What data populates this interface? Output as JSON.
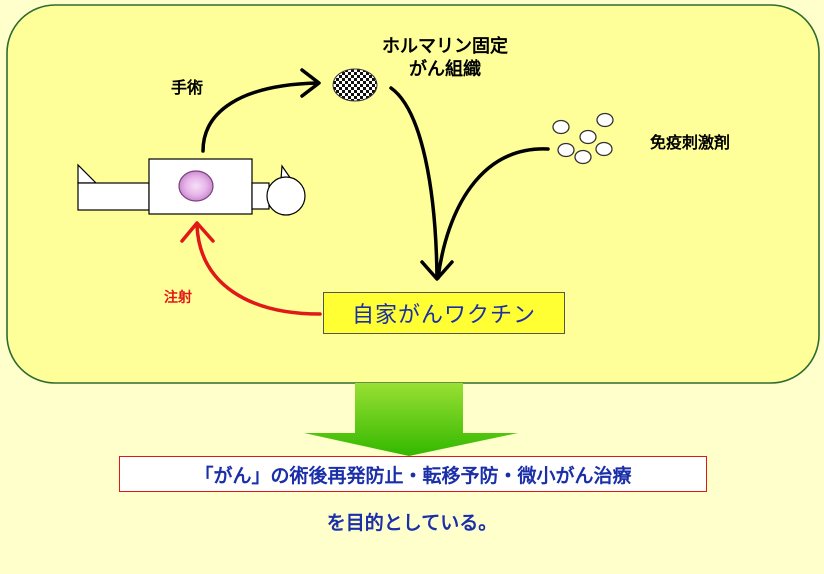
{
  "diagram": {
    "labels": {
      "surgery": "手術",
      "tissue_line1": "ホルマリン固定",
      "tissue_line2": "がん組織",
      "immunostimulant": "免疫刺激剤",
      "injection": "注射"
    },
    "vaccine_box": "自家がんワクチン",
    "result": {
      "line1": "「がん」の術後再発防止・転移予防・微小がん治療",
      "line2": "を目的としている。"
    }
  },
  "colors": {
    "background": "#ffffcc",
    "panel_border": "#2e6b2e",
    "injection_arrow": "#e01818",
    "injection_label": "#e01818",
    "vaccine_box_fill": "#ffff33",
    "result_text": "#1a2fa8",
    "result_box_border": "#e01818",
    "big_arrow_top": "#88dd22",
    "big_arrow_bottom": "#33bb00"
  }
}
